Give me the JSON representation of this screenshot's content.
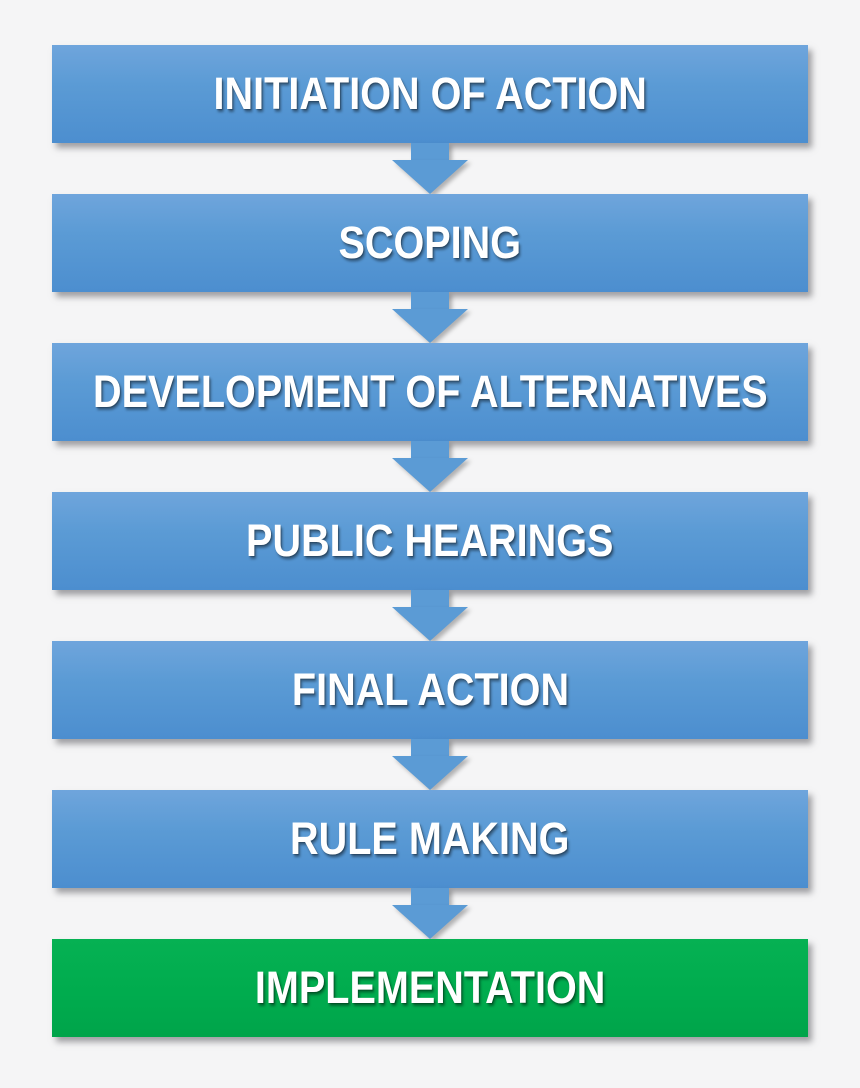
{
  "diagram": {
    "type": "flowchart",
    "direction": "top-down",
    "background_color": "#f5f5f6",
    "connector_style": "block-down-arrow",
    "connector_color": "#5b9bd5",
    "text_color": "#ffffff",
    "steps": [
      {
        "label": "INITIATION OF ACTION",
        "color": "#5b9bd5",
        "role": "process"
      },
      {
        "label": "SCOPING",
        "color": "#5b9bd5",
        "role": "process"
      },
      {
        "label": "DEVELOPMENT OF ALTERNATIVES",
        "color": "#5b9bd5",
        "role": "process"
      },
      {
        "label": "PUBLIC HEARINGS",
        "color": "#5b9bd5",
        "role": "process"
      },
      {
        "label": "FINAL ACTION",
        "color": "#5b9bd5",
        "role": "process"
      },
      {
        "label": "RULE MAKING",
        "color": "#5b9bd5",
        "role": "process"
      },
      {
        "label": "IMPLEMENTATION",
        "color": "#00ac4e",
        "role": "final"
      }
    ]
  }
}
